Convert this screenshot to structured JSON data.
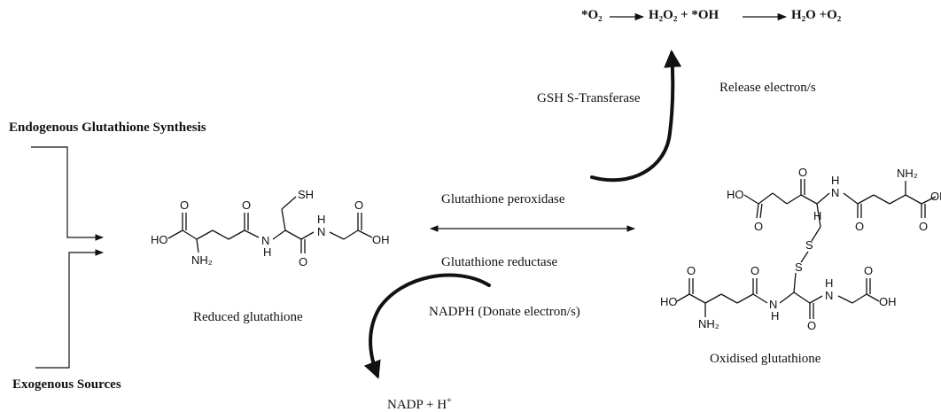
{
  "reaction": {
    "superoxide": "*O₂",
    "intermediate": "H₂O₂ + *OH",
    "products": "H₂O +O₂"
  },
  "labels": {
    "endogenous": "Endogenous Glutathione Synthesis",
    "exogenous": "Exogenous Sources",
    "gst": "GSH S-Transferase",
    "release": "Release electron/s",
    "peroxidase": "Glutathione peroxidase",
    "reductase": "Glutathione reductase",
    "nadph": "NADPH (Donate electron/s)",
    "nadp": "NADP + H",
    "nadp_sup": "+",
    "reduced": "Reduced glutathione",
    "oxidised": "Oxidised glutathione"
  },
  "atoms": {
    "oh": "OH",
    "ho": "HO",
    "o": "O",
    "n": "N",
    "h": "H",
    "s": "S",
    "sh": "SH",
    "nh2": "NH₂"
  }
}
